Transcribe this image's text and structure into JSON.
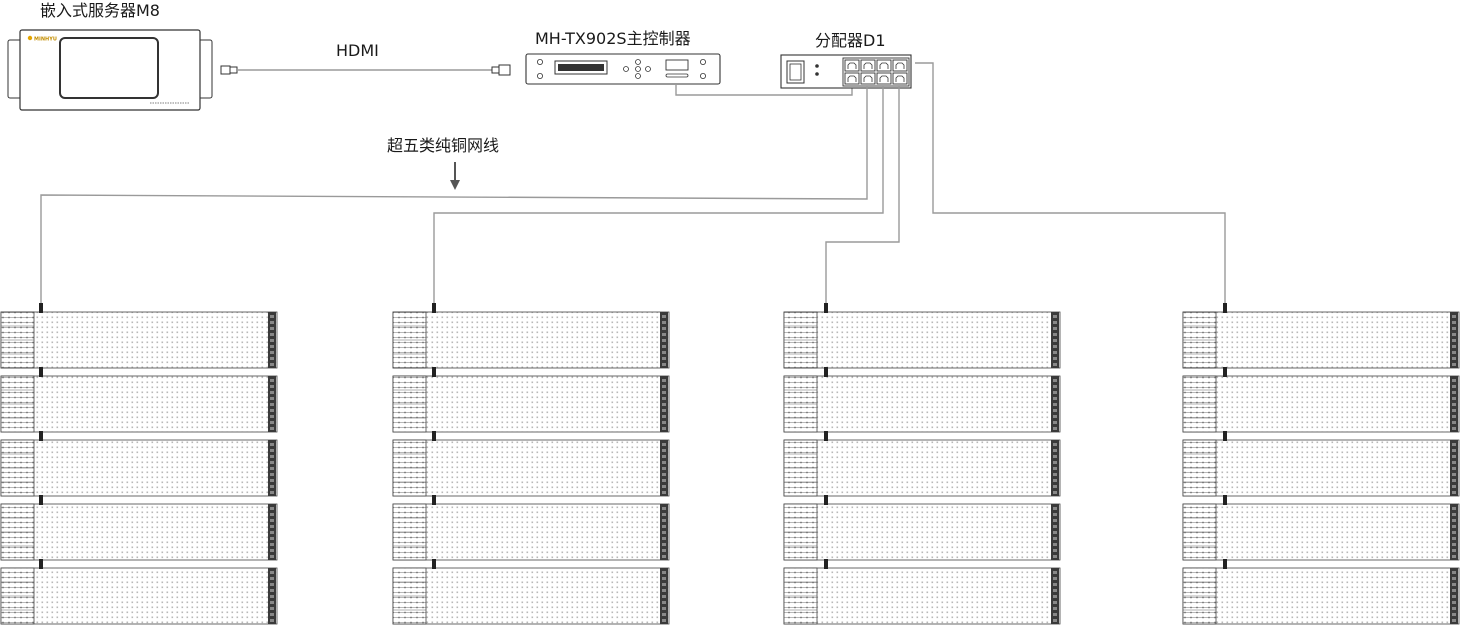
{
  "labels": {
    "server": "嵌入式服务器M8",
    "hdmi": "HDMI",
    "controller": "MH-TX902S主控制器",
    "distributor": "分配器D1",
    "cable": "超五类纯铜网线"
  },
  "server_logo": "MINHYU",
  "columns": 4,
  "panels_per_column": 5,
  "colors": {
    "line": "#9a9a9a",
    "outline": "#333333",
    "panel_end": "#3a3a3a",
    "arrow": "#555555"
  }
}
